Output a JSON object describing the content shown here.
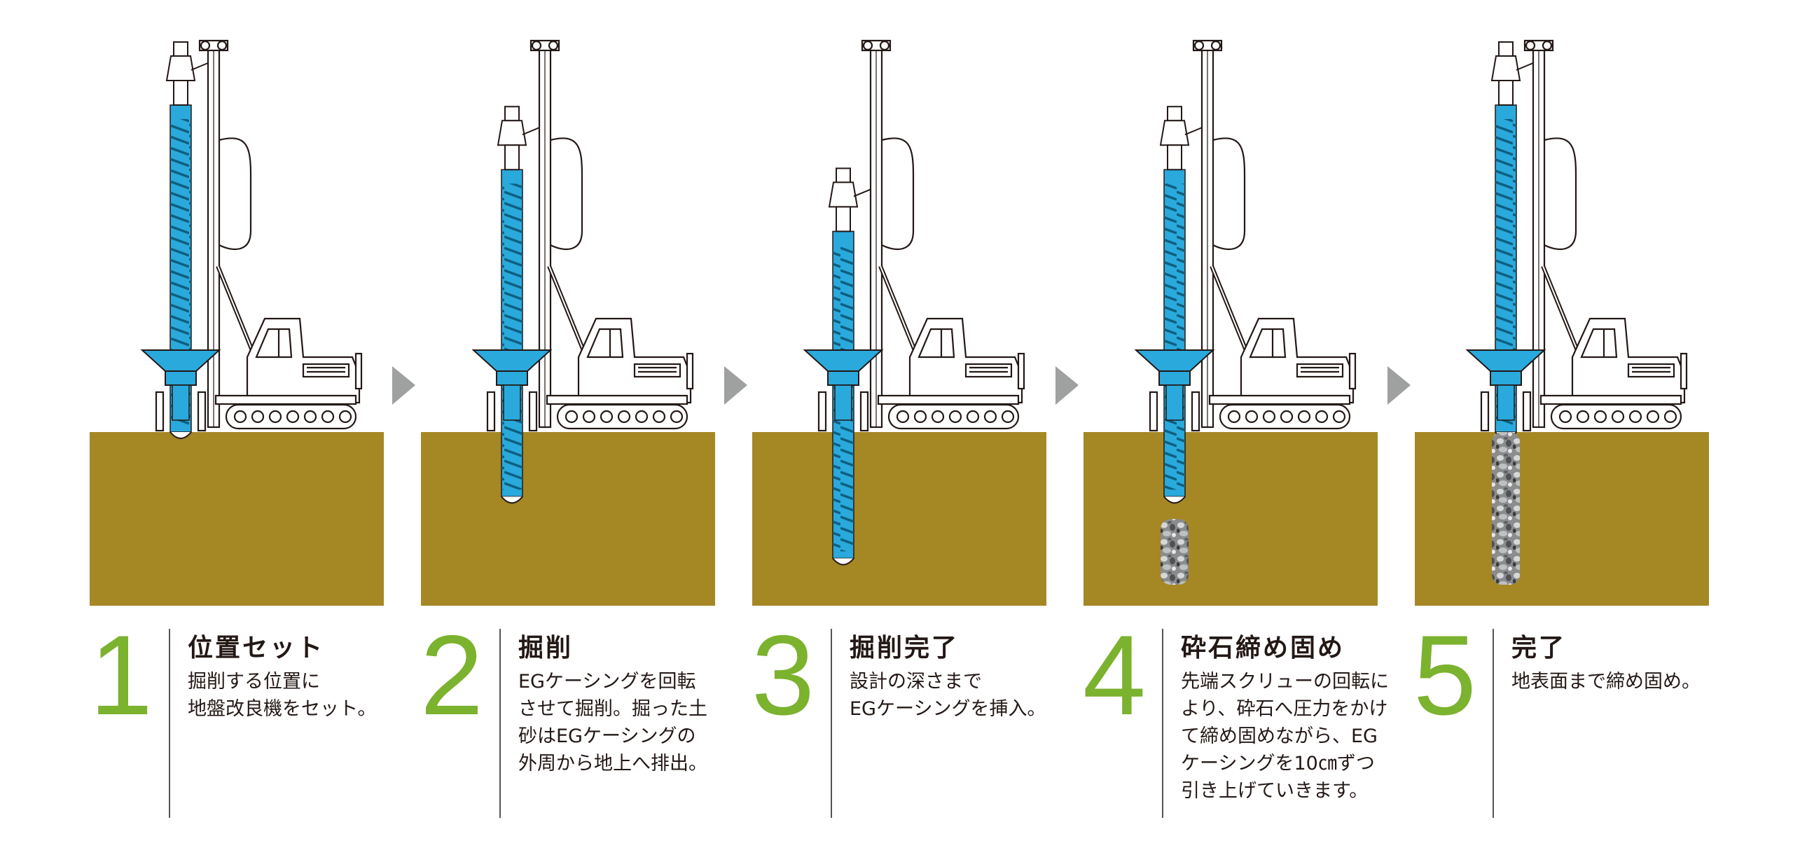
{
  "colors": {
    "ground": "#a58724",
    "casing_blue": "#2aa9dc",
    "accent_green": "#7bb22e",
    "arrow_gray": "#9fa0a0",
    "machine_line": "#231815",
    "gravel": "#8a8c8e"
  },
  "icons": {
    "arrow": "triangle-right-icon",
    "machine": "pile-driver-rig-icon",
    "gravel": "crushed-stone-column"
  },
  "steps": [
    {
      "number": "1",
      "title": "位置セット",
      "description": "掘削する位置に\n地盤改良機をセット。",
      "casing_depth": 0,
      "gravel_fill": 0
    },
    {
      "number": "2",
      "title": "掘削",
      "description": "EGケーシングを回転\nさせて掘削。掘った土\n砂はEGケーシングの\n外周から地上へ排出。",
      "casing_depth": 0.45,
      "gravel_fill": 0
    },
    {
      "number": "3",
      "title": "掘削完了",
      "description": "設計の深さまで\nEGケーシングを挿入。",
      "casing_depth": 0.88,
      "gravel_fill": 0
    },
    {
      "number": "4",
      "title": "砕石締め固め",
      "description": "先端スクリューの回転に\nより、砕石へ圧力をかけ\nて締め固めながら、EG\nケーシングを10㎝ずつ\n引き上げていきます。",
      "casing_depth": 0.45,
      "gravel_fill": 0.43
    },
    {
      "number": "5",
      "title": "完了",
      "description": "地表面まで締め固め。",
      "casing_depth": 0,
      "gravel_fill": 1.0
    }
  ]
}
